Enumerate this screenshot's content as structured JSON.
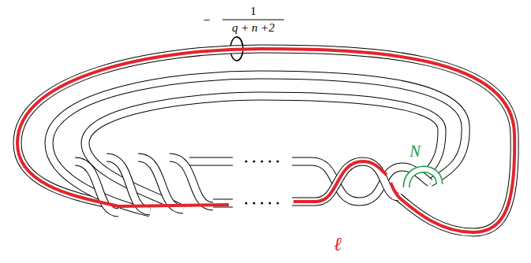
{
  "diagram": {
    "labels": [
      "−",
      "1",
      "q + n +2",
      "N",
      "ℓ"
    ]
  }
}
